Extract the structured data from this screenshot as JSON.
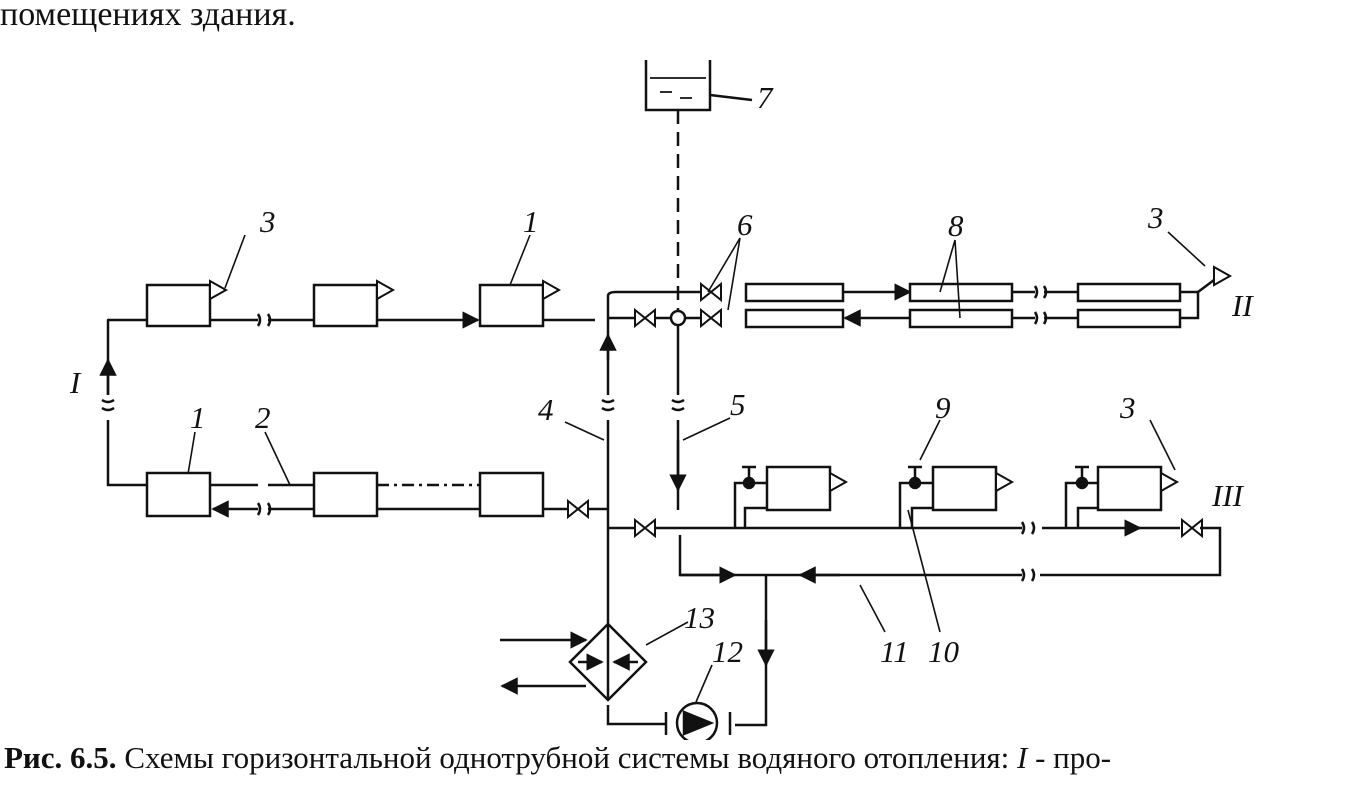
{
  "page": {
    "top_text": "помещениях здания.",
    "caption_bold": "Рис. 6.5.",
    "caption_rest": " Схемы горизонтальной однотрубной системы водяного отопления: ",
    "caption_italic": "I",
    "caption_tail": " - про-"
  },
  "diagram": {
    "labels": {
      "roman_1": "I",
      "roman_2": "II",
      "roman_3": "III",
      "n1a": "1",
      "n1b": "1",
      "n2": "2",
      "n3a": "3",
      "n3b": "3",
      "n3c": "3",
      "n4": "4",
      "n5": "5",
      "n6": "6",
      "n7": "7",
      "n8": "8",
      "n9": "9",
      "n10": "10",
      "n11": "11",
      "n12": "12",
      "n13": "13"
    },
    "components": {
      "radiator": "radiator-icon",
      "air_vent": "air-vent-icon",
      "valve": "valve-icon",
      "pump": "pump-icon",
      "heat_exchanger": "heat-exchanger-icon",
      "expansion_tank": "expansion-tank-icon",
      "thermostat": "thermostat-valve-icon"
    },
    "line_color": "#111111"
  }
}
